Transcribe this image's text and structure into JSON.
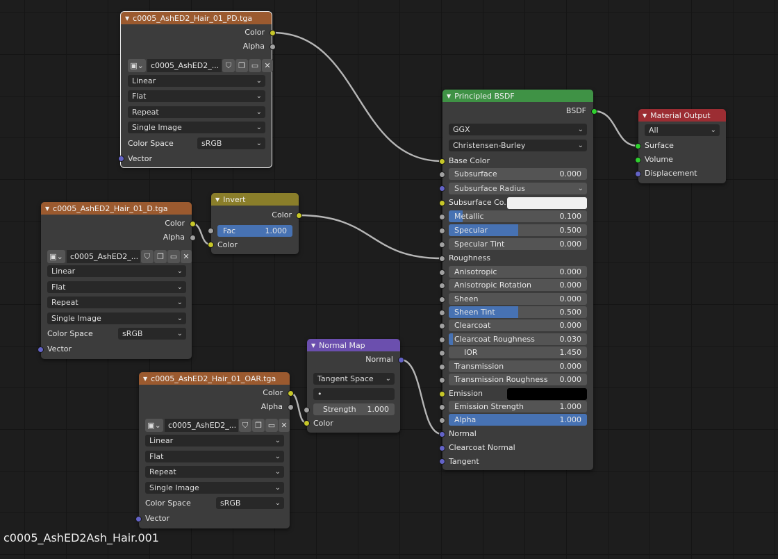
{
  "nodes": {
    "tex_pd": {
      "title": "c0005_AshED2_Hair_01_PD.tga",
      "out_color": "Color",
      "out_alpha": "Alpha",
      "image_name": "c0005_AshED2_...",
      "interpolation": "Linear",
      "projection": "Flat",
      "extension": "Repeat",
      "source": "Single Image",
      "color_space_label": "Color Space",
      "color_space": "sRGB",
      "in_vector": "Vector"
    },
    "tex_d": {
      "title": "c0005_AshED2_Hair_01_D.tga",
      "out_color": "Color",
      "out_alpha": "Alpha",
      "image_name": "c0005_AshED2_...",
      "interpolation": "Linear",
      "projection": "Flat",
      "extension": "Repeat",
      "source": "Single Image",
      "color_space_label": "Color Space",
      "color_space": "sRGB",
      "in_vector": "Vector"
    },
    "tex_oar": {
      "title": "c0005_AshED2_Hair_01_OAR.tga",
      "out_color": "Color",
      "out_alpha": "Alpha",
      "image_name": "c0005_AshED2_...",
      "interpolation": "Linear",
      "projection": "Flat",
      "extension": "Repeat",
      "source": "Single Image",
      "color_space_label": "Color Space",
      "color_space": "sRGB",
      "in_vector": "Vector"
    },
    "invert": {
      "title": "Invert",
      "out_color": "Color",
      "fac_label": "Fac",
      "fac_value": "1.000",
      "fac_fraction": 1.0,
      "in_color": "Color"
    },
    "normal_map": {
      "title": "Normal Map",
      "out_normal": "Normal",
      "space": "Tangent Space",
      "uv_map": "•",
      "strength_label": "Strength",
      "strength_value": "1.000",
      "in_color": "Color"
    },
    "bsdf": {
      "title": "Principled BSDF",
      "out_bsdf": "BSDF",
      "distribution": "GGX",
      "subsurface_method": "Christensen-Burley",
      "base_color": "Base Color",
      "subsurface_radius": "Subsurface Radius",
      "subsurface_color": "Subsurface Co...",
      "subsurface_color_hex": "#f0f0f0",
      "roughness": "Roughness",
      "emission": "Emission",
      "emission_hex": "#000000",
      "normal": "Normal",
      "clearcoat_normal": "Clearcoat Normal",
      "tangent": "Tangent",
      "sliders": [
        {
          "label": "Subsurface",
          "value": "0.000",
          "fraction": 0.0
        },
        {
          "label": "Metallic",
          "value": "0.100",
          "fraction": 0.1
        },
        {
          "label": "Specular",
          "value": "0.500",
          "fraction": 0.5
        },
        {
          "label": "Specular Tint",
          "value": "0.000",
          "fraction": 0.0
        },
        {
          "label": "Anisotropic",
          "value": "0.000",
          "fraction": 0.0
        },
        {
          "label": "Anisotropic Rotation",
          "value": "0.000",
          "fraction": 0.0
        },
        {
          "label": "Sheen",
          "value": "0.000",
          "fraction": 0.0
        },
        {
          "label": "Sheen Tint",
          "value": "0.500",
          "fraction": 0.5
        },
        {
          "label": "Clearcoat",
          "value": "0.000",
          "fraction": 0.0
        },
        {
          "label": "Clearcoat Roughness",
          "value": "0.030",
          "fraction": 0.03
        },
        {
          "label": "IOR",
          "value": "1.450",
          "fraction": 0.0
        },
        {
          "label": "Transmission",
          "value": "0.000",
          "fraction": 0.0
        },
        {
          "label": "Transmission Roughness",
          "value": "0.000",
          "fraction": 0.0
        },
        {
          "label": "Emission Strength",
          "value": "1.000",
          "fraction": 0.0
        },
        {
          "label": "Alpha",
          "value": "1.000",
          "fraction": 1.0
        }
      ]
    },
    "output": {
      "title": "Material Output",
      "target": "All",
      "surface": "Surface",
      "volume": "Volume",
      "displacement": "Displacement"
    }
  },
  "material_name": "c0005_AshED2Ash_Hair.001",
  "colors": {
    "header_texture": "#9b5a2f",
    "header_converter": "#8a7e2a",
    "header_vector": "#6b4fae",
    "header_shader": "#3f9245",
    "header_output": "#9c2d33",
    "node_body": "#3c3c3c",
    "socket_color": "#c7c729",
    "socket_float": "#a1a1a1",
    "socket_vector": "#6363c7",
    "socket_shader": "#2fd12f",
    "slider_fill": "#4772b3"
  }
}
